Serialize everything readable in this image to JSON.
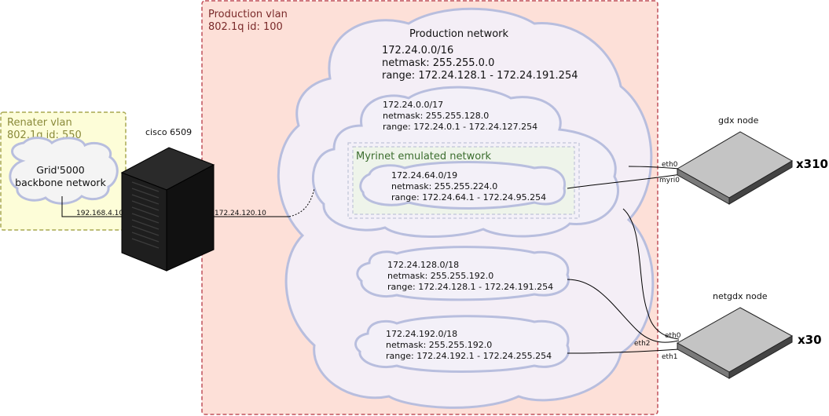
{
  "vlans": {
    "production": {
      "title": "Production vlan",
      "id": "802.1q id: 100"
    },
    "renater": {
      "title": "Renater vlan",
      "id": "802.1q id: 550"
    }
  },
  "backbone": {
    "line1": "Grid'5000",
    "line2": "backbone network"
  },
  "switch": {
    "label": "cisco 6509",
    "port_backbone": "192.168.4.10",
    "port_production": "172.24.120.10"
  },
  "production_network": {
    "title": "Production network",
    "cidr": "172.24.0.0/16",
    "netmask": "netmask: 255.255.0.0",
    "range": "range: 172.24.128.1 - 172.24.191.254"
  },
  "subnet_17": {
    "cidr": "172.24.0.0/17",
    "netmask": "netmask: 255.255.128.0",
    "range": "range: 172.24.0.1 - 172.24.127.254"
  },
  "myrinet": {
    "title": "Myrinet emulated network",
    "cidr": "172.24.64.0/19",
    "netmask": "netmask: 255.255.224.0",
    "range": "range: 172.24.64.1 - 172.24.95.254"
  },
  "subnet_128": {
    "cidr": "172.24.128.0/18",
    "netmask": "netmask: 255.255.192.0",
    "range": "range: 172.24.128.1 - 172.24.191.254"
  },
  "subnet_192": {
    "cidr": "172.24.192.0/18",
    "netmask": "netmask: 255.255.192.0",
    "range": "range: 172.24.192.1 - 172.24.255.254"
  },
  "gdx": {
    "label": "gdx node",
    "count": "x310",
    "eth0": "eth0",
    "myri0": "myri0"
  },
  "netgdx": {
    "label": "netgdx node",
    "count": "x30",
    "eth0": "eth0",
    "eth1": "eth1",
    "eth2": "eth2"
  },
  "colors": {
    "production_vlan_fill": "#fde0d8",
    "production_vlan_border": "#c0505a",
    "renater_fill": "#fdfdd8",
    "renater_border": "#a8a850",
    "cloud_fill": "#f4eef6",
    "cloud_stroke": "#b8bede",
    "myrinet_fill": "#eef4ea",
    "switch_black": "#1a1a1a",
    "node_gray": "#c4c4c4"
  }
}
